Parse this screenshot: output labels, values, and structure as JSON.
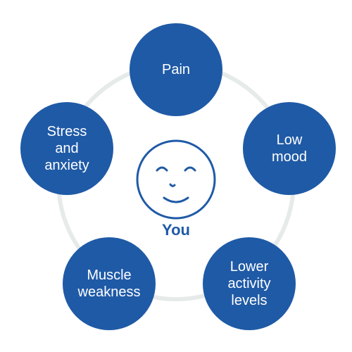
{
  "center": {
    "label": "You",
    "icon": "smiley-face-icon"
  },
  "factors": [
    {
      "id": "pain",
      "label": "Pain"
    },
    {
      "id": "low-mood",
      "label": "Low\nmood"
    },
    {
      "id": "lower-activity-levels",
      "label": "Lower\nactivity\nlevels"
    },
    {
      "id": "muscle-weakness",
      "label": "Muscle\nweakness"
    },
    {
      "id": "stress-and-anxiety",
      "label": "Stress\nand\nanxiety"
    }
  ],
  "colors": {
    "node_fill": "#1f5aa6",
    "node_text": "#ffffff",
    "ring": "#e6ebea",
    "center_text": "#1f5aa6"
  }
}
